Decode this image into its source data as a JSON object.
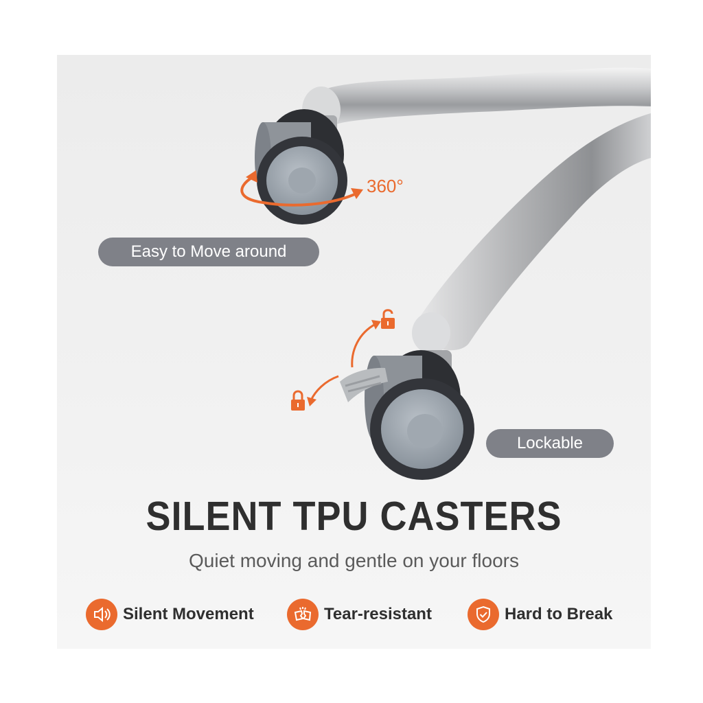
{
  "callouts": {
    "rotation": "360°",
    "move": "Easy to Move around",
    "lock": "Lockable"
  },
  "headline": "SILENT TPU CASTERS",
  "subline": "Quiet moving and gentle on your floors",
  "features": [
    {
      "label": "Silent Movement",
      "icon": "speaker-icon"
    },
    {
      "label": "Tear-resistant",
      "icon": "torn-fabric-icon"
    },
    {
      "label": "Hard to Break",
      "icon": "shield-check-icon"
    }
  ],
  "colors": {
    "accent": "#ea6a2e",
    "pill": "#7f8188",
    "headline": "#2f2f2f",
    "subline": "#5a5a5a",
    "background": "#ececec"
  }
}
